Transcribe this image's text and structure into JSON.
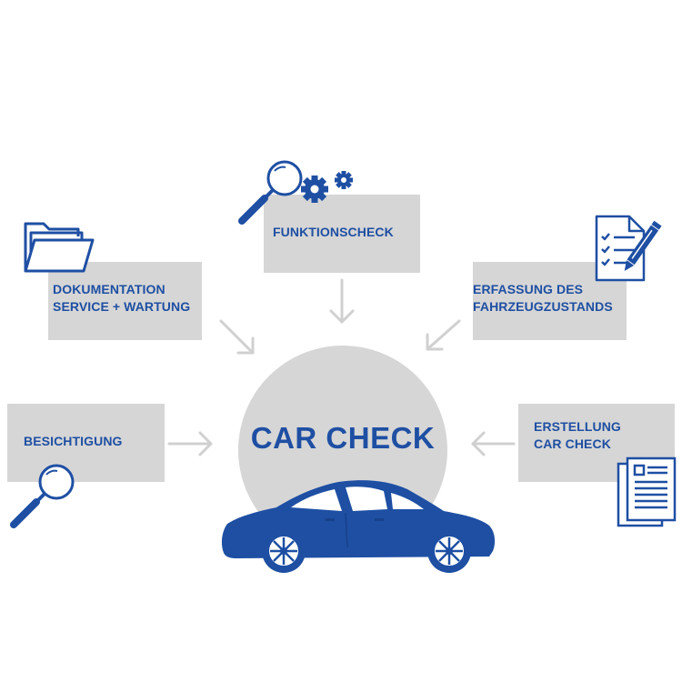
{
  "colors": {
    "accent": "#1e4fa3",
    "box_fill": "#d6d6d6",
    "arrow": "#d0d0d0",
    "car_body": "#1e4fa3"
  },
  "center": {
    "title": "CAR CHECK"
  },
  "nodes": {
    "funktionscheck": {
      "line1": "FUNKTIONSCHECK",
      "icon": "magnifier-gears-icon"
    },
    "dokumentation": {
      "line1": "DOKUMENTATION",
      "line2": "SERVICE + WARTUNG",
      "icon": "folder-icon"
    },
    "erfassung": {
      "line1": "ERFASSUNG DES",
      "line2": "FAHRZEUGZUSTANDS",
      "icon": "checklist-pen-icon"
    },
    "besichtigung": {
      "line1": "BESICHTIGUNG",
      "icon": "magnifier-icon"
    },
    "erstellung": {
      "line1": "ERSTELLUNG",
      "line2": "CAR CHECK",
      "icon": "documents-icon"
    }
  },
  "car": {
    "icon": "car-icon"
  }
}
